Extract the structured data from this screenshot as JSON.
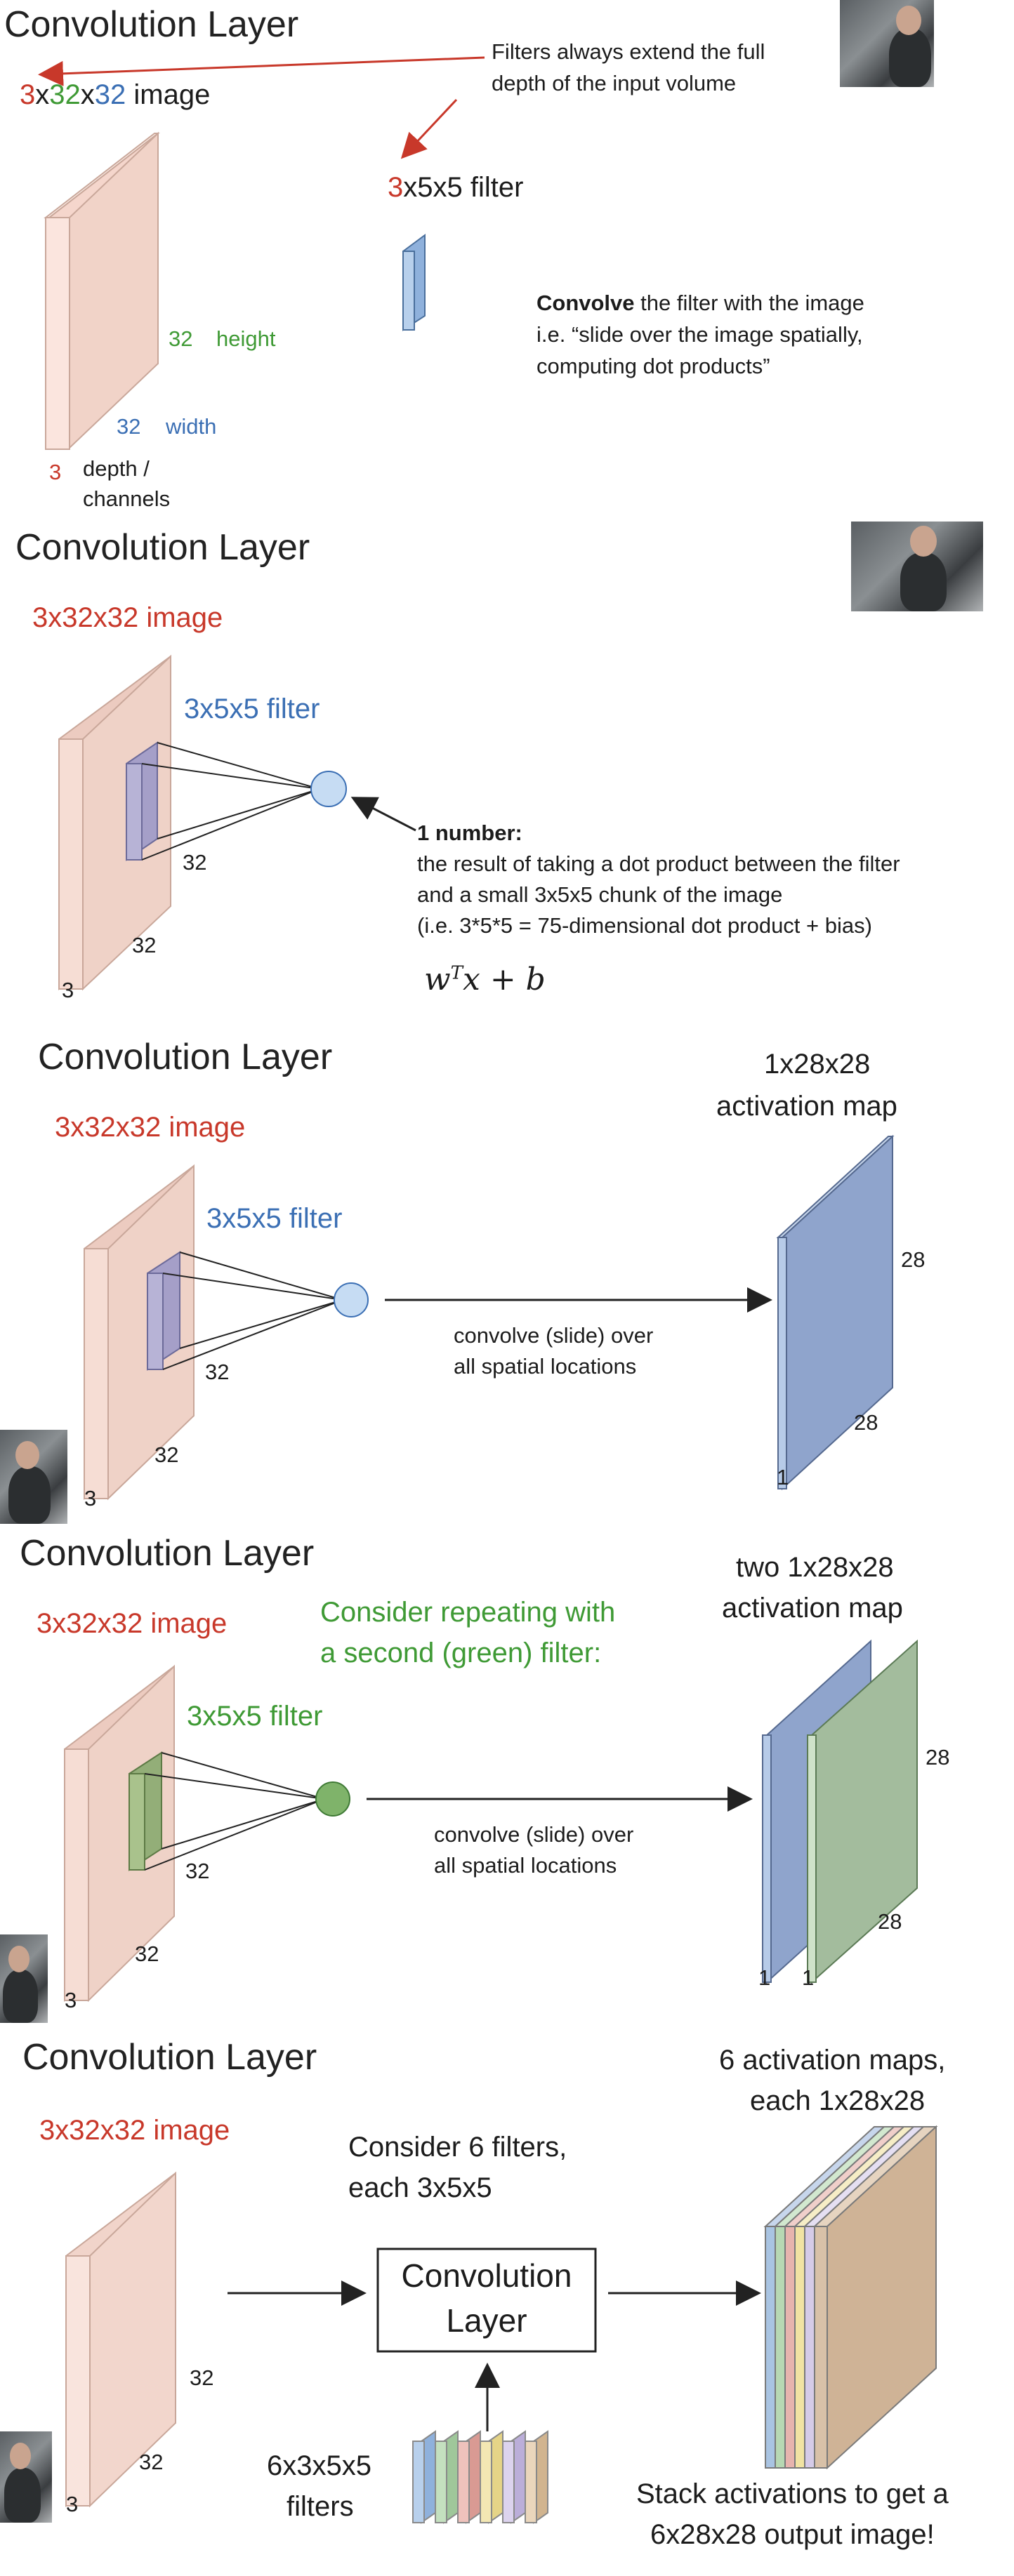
{
  "slide1": {
    "title": "Convolution Layer",
    "image_dims": {
      "d": "3",
      "x1": "x",
      "h": "32",
      "x2": "x",
      "w": "32",
      "suffix": " image"
    },
    "filter_dims": {
      "d": "3",
      "rest": "x5x5 filter"
    },
    "callout": "Filters always extend the full\ndepth of the input volume",
    "height_num": "32",
    "height_label": "height",
    "width_num": "32",
    "width_label": "width",
    "depth_num": "3",
    "depth_label": "depth /\nchannels",
    "convolve_bold": "Convolve",
    "convolve_rest": " the filter with the image",
    "convolve_line2": "i.e. “slide over the image spatially,",
    "convolve_line3": "computing dot products”"
  },
  "slide2": {
    "title": "Convolution Layer",
    "image_label": "3x32x32 image",
    "filter_label": "3x5x5 filter",
    "dim_h": "32",
    "dim_w": "32",
    "dim_d": "3",
    "number_bold": "1 number:",
    "line1": "the result of taking a dot product between the filter",
    "line2": "and a small 3x5x5 chunk of the image",
    "line3": "(i.e. 3*5*5 = 75-dimensional dot product + bias)",
    "formula": {
      "w": "w",
      "sup": "T",
      "rest": "x + b"
    }
  },
  "slide3": {
    "title": "Convolution Layer",
    "image_label": "3x32x32 image",
    "filter_label": "3x5x5 filter",
    "dim_h": "32",
    "dim_w": "32",
    "dim_d": "3",
    "map_label_1": "1x28x28",
    "map_label_2": "activation map",
    "convolve_1": "convolve (slide) over",
    "convolve_2": "all spatial locations",
    "map_h": "28",
    "map_w": "28",
    "map_d": "1"
  },
  "slide4": {
    "title": "Convolution Layer",
    "image_label": "3x32x32 image",
    "consider_1": "Consider repeating with",
    "consider_2": "a second (green) filter:",
    "filter_label": "3x5x5 filter",
    "dim_h": "32",
    "dim_w": "32",
    "dim_d": "3",
    "map_label_1": "two 1x28x28",
    "map_label_2": "activation map",
    "convolve_1": "convolve (slide) over",
    "convolve_2": "all spatial locations",
    "map_h": "28",
    "map_w": "28",
    "map_d1": "1",
    "map_d2": "1"
  },
  "slide5": {
    "title": "Convolution Layer",
    "image_label": "3x32x32 image",
    "consider_1": "Consider 6 filters,",
    "consider_2": "each 3x5x5",
    "box_1": "Convolution",
    "box_2": "Layer",
    "maps_1": "6 activation maps,",
    "maps_2": "each 1x28x28",
    "dim_h": "32",
    "dim_w": "32",
    "dim_d": "3",
    "filters_1": "6x3x5x5",
    "filters_2": "filters",
    "stack_1": "Stack activations to get a",
    "stack_2": "6x28x28 output image!"
  },
  "colors": {
    "volume_front": "#f7dcd2",
    "volume_side": "#fdeee8",
    "volume_edge": "#c9a79a",
    "filter_blue": "#a9c4e2",
    "filter_green": "#9bbd7c",
    "map_blue": "#94a9ce",
    "map_green": "#a3bc9d",
    "red_text": "#c8382a",
    "green_text": "#3f9a35",
    "blue_text": "#3b6fb4",
    "stack_colors": [
      "#a9c4e2",
      "#b7d8b3",
      "#e7b4ae",
      "#f1e3a3",
      "#d5cbe8",
      "#d8c1a8"
    ]
  }
}
